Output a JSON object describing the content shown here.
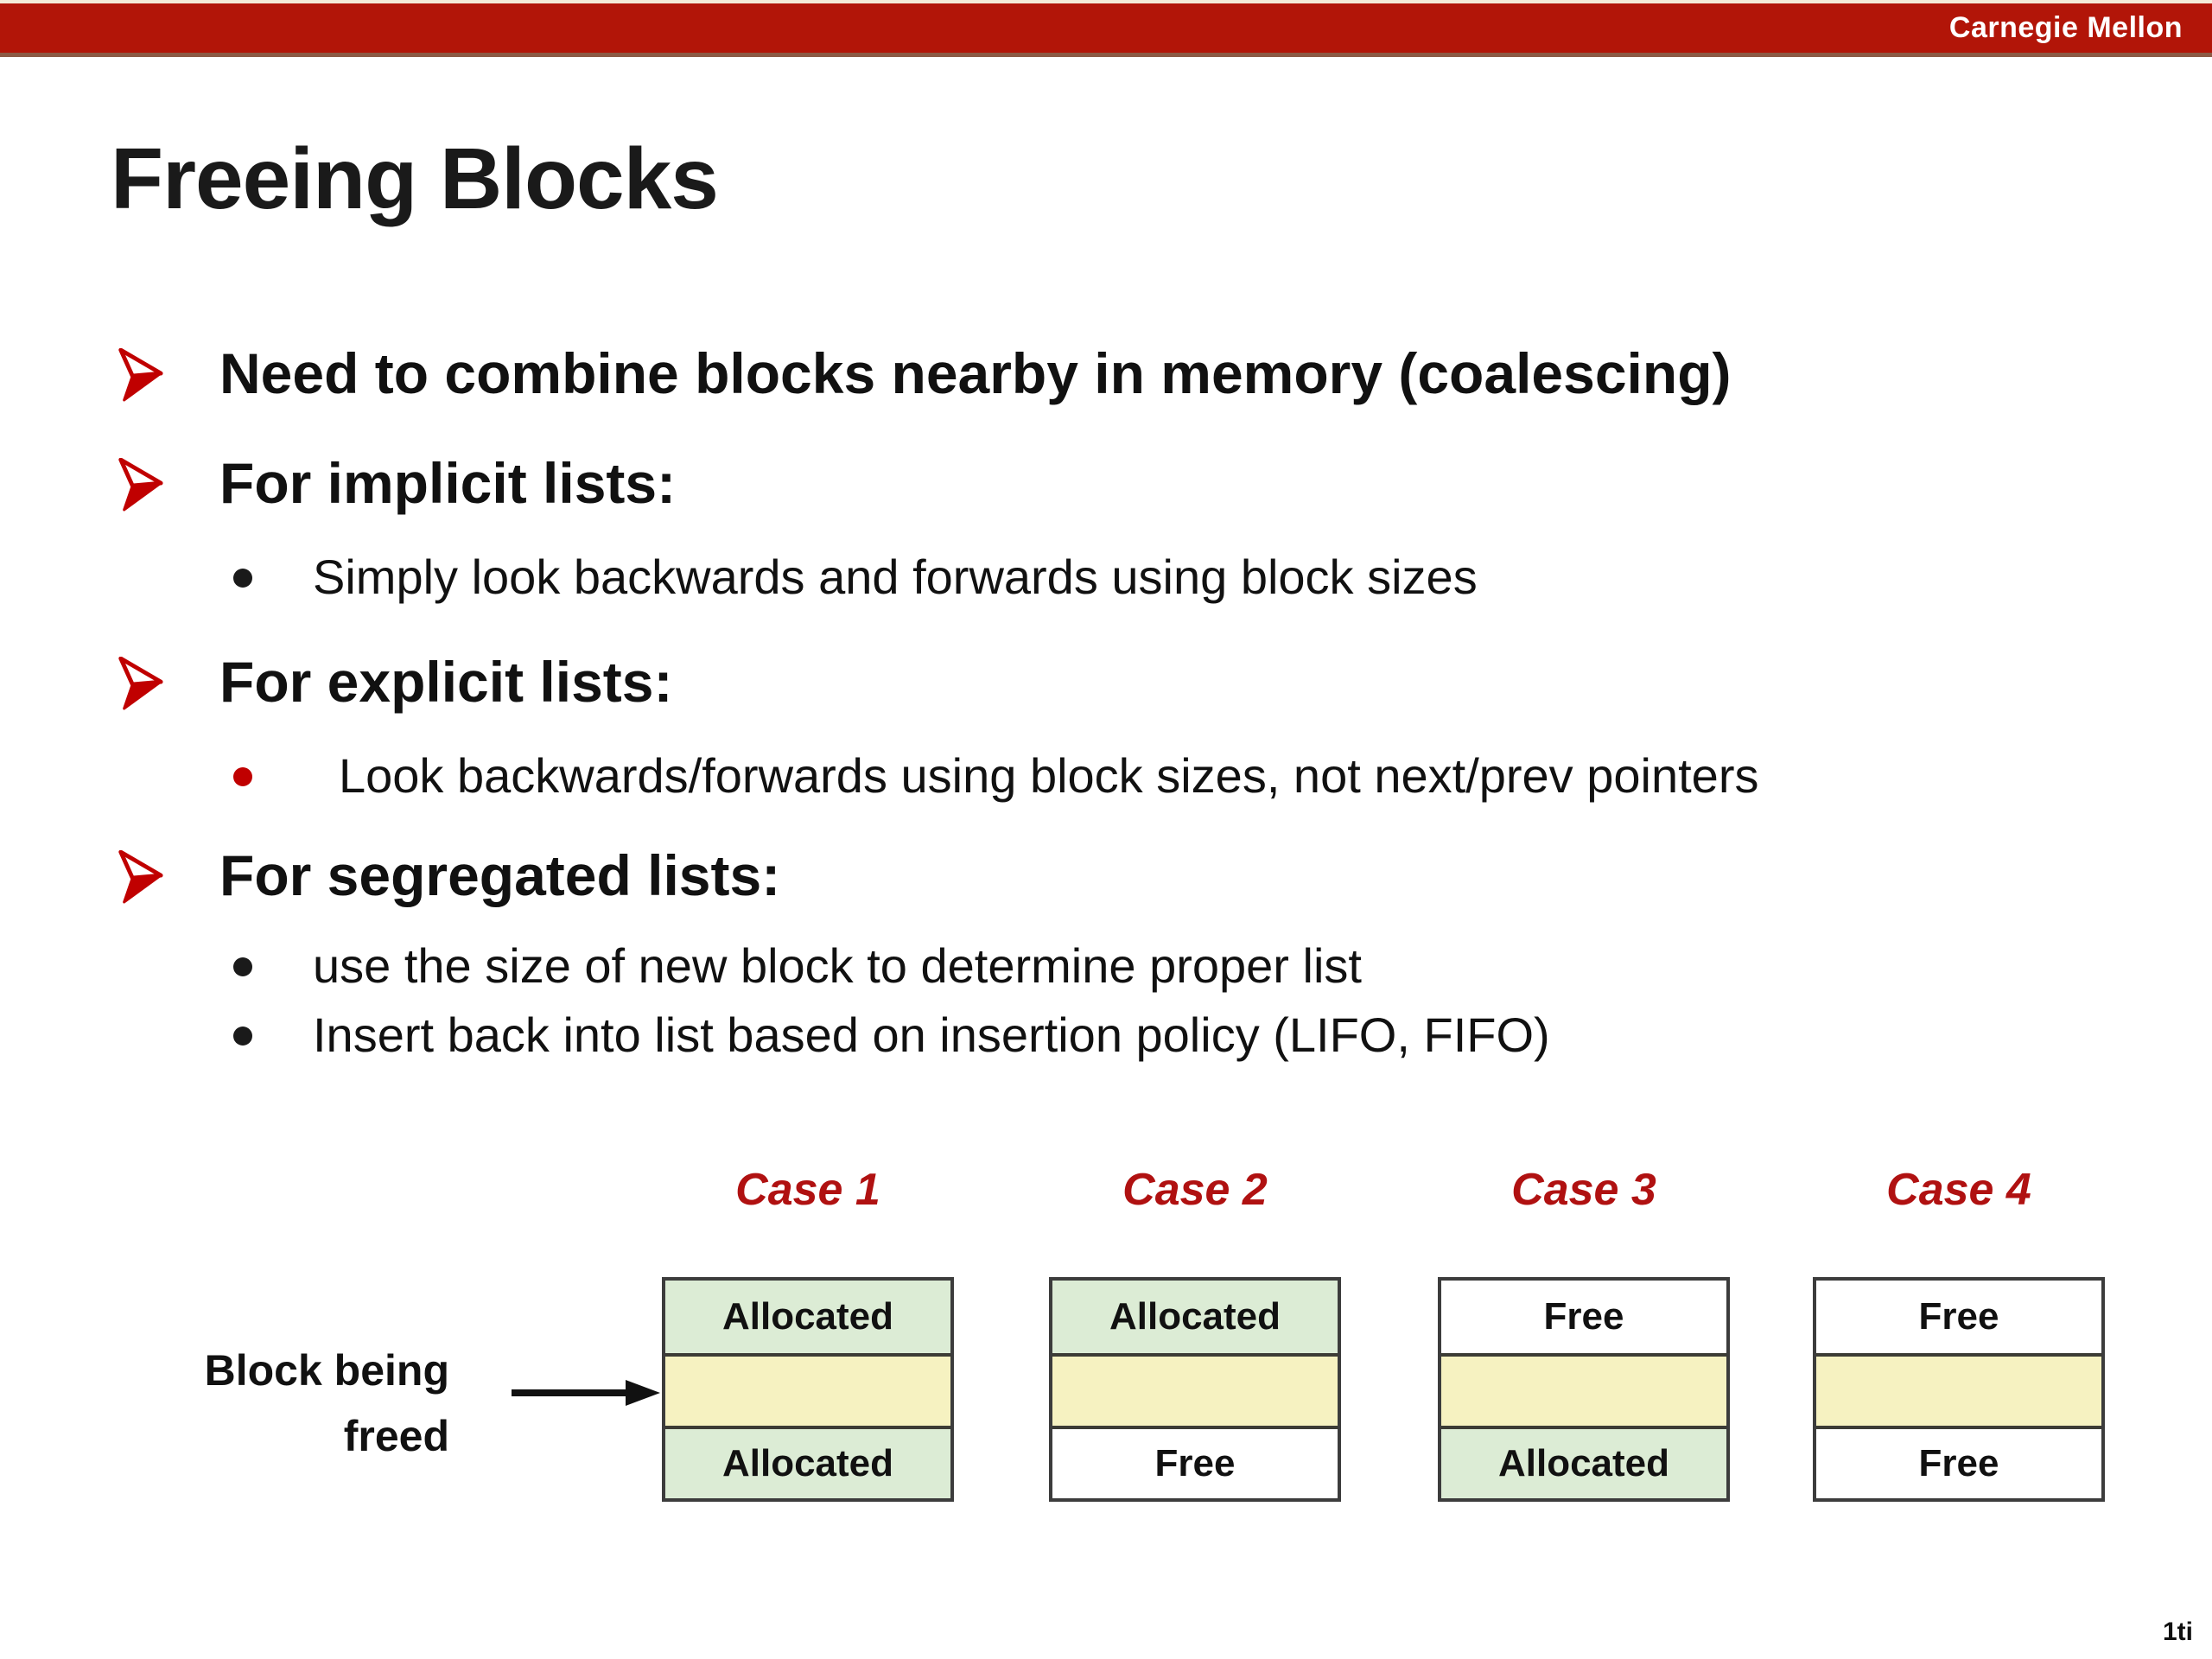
{
  "header": {
    "brand": "Carnegie Mellon"
  },
  "title": "Freeing Blocks",
  "colors": {
    "bar_red": "#b21508",
    "accent_red": "#c00000",
    "case_label_red": "#b01111",
    "allocated_green": "#dcecd5",
    "freed_yellow": "#f6f2c1",
    "free_white": "#ffffff"
  },
  "bullets": [
    {
      "level": 1,
      "text": "Need to combine blocks nearby in memory (coalescing)"
    },
    {
      "level": 1,
      "text": "For implicit lists:"
    },
    {
      "level": 2,
      "text": "Simply look backwards and forwards using block sizes",
      "marker_color": "#1a1a1a"
    },
    {
      "level": 1,
      "text": "For explicit lists:"
    },
    {
      "level": 2,
      "text": "Look backwards/forwards using block sizes, not next/prev pointers",
      "marker_color": "#c00000"
    },
    {
      "level": 1,
      "text": "For segregated lists:"
    },
    {
      "level": 2,
      "text": "use the size of new block to determine proper list",
      "marker_color": "#1a1a1a"
    },
    {
      "level": 2,
      "text": "Insert back into list based on insertion policy (LIFO, FIFO)",
      "marker_color": "#1a1a1a"
    }
  ],
  "diagram": {
    "pointer_label": "Block being freed",
    "cases": [
      {
        "label": "Case 1",
        "top_text": "Allocated",
        "top_color": "#dcecd5",
        "middle_color": "#f6f2c1",
        "bottom_text": "Allocated",
        "bottom_color": "#dcecd5"
      },
      {
        "label": "Case 2",
        "top_text": "Allocated",
        "top_color": "#dcecd5",
        "middle_color": "#f6f2c1",
        "bottom_text": "Free",
        "bottom_color": "#ffffff"
      },
      {
        "label": "Case 3",
        "top_text": "Free",
        "top_color": "#ffffff",
        "middle_color": "#f6f2c1",
        "bottom_text": "Allocated",
        "bottom_color": "#dcecd5"
      },
      {
        "label": "Case 4",
        "top_text": "Free",
        "top_color": "#ffffff",
        "middle_color": "#f6f2c1",
        "bottom_text": "Free",
        "bottom_color": "#ffffff"
      }
    ]
  },
  "footer": {
    "page_number": "1ti"
  }
}
